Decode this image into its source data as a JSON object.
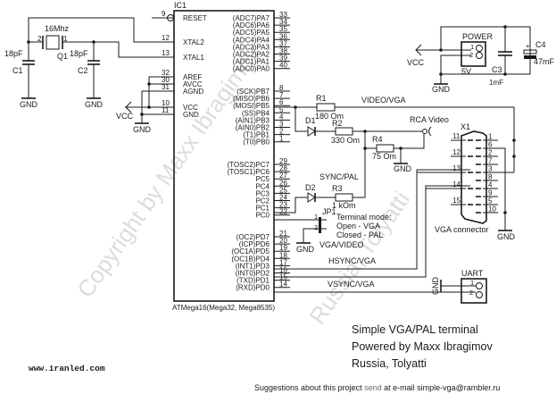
{
  "watermarks": [
    "Copyright by Maxx Ibragimov",
    "Russia, Tolyatti"
  ],
  "ic1": {
    "ref": "IC1",
    "part": "ATMega16(Mega32, Mega8535)",
    "left_pins": [
      {
        "num": "9",
        "name": "RESET"
      },
      {
        "num": "12",
        "name": "XTAL2"
      },
      {
        "num": "13",
        "name": "XTAL1"
      },
      {
        "num": "32",
        "name": "AREF"
      },
      {
        "num": "30",
        "name": "AVCC"
      },
      {
        "num": "31",
        "name": "AGND"
      },
      {
        "num": "10",
        "name": "VCC"
      },
      {
        "num": "11",
        "name": "GND"
      }
    ],
    "right_pins": [
      {
        "num": "33",
        "name": "(ADC7)PA7"
      },
      {
        "num": "34",
        "name": "(ADC6)PA6"
      },
      {
        "num": "35",
        "name": "(ADC5)PA5"
      },
      {
        "num": "36",
        "name": "(ADC4)PA4"
      },
      {
        "num": "37",
        "name": "(ADC3)PA3"
      },
      {
        "num": "38",
        "name": "(ADC2)PA2"
      },
      {
        "num": "39",
        "name": "(ADC1)PA1"
      },
      {
        "num": "40",
        "name": "(ADC0)PA0"
      },
      {
        "num": "8",
        "name": "(SCK)PB7"
      },
      {
        "num": "7",
        "name": "(MISO)PB6"
      },
      {
        "num": "6",
        "name": "(MOSI)PB5"
      },
      {
        "num": "5",
        "name": "(SS)PB4"
      },
      {
        "num": "4",
        "name": "(AIN1)PB3"
      },
      {
        "num": "3",
        "name": "(AIN0)PB2"
      },
      {
        "num": "2",
        "name": "(T1)PB1"
      },
      {
        "num": "1",
        "name": "(T0)PB0"
      },
      {
        "num": "29",
        "name": "(TOSC2)PC7"
      },
      {
        "num": "28",
        "name": "(TOSC1)PC6"
      },
      {
        "num": "27",
        "name": "PC5"
      },
      {
        "num": "26",
        "name": "PC4"
      },
      {
        "num": "25",
        "name": "PC3"
      },
      {
        "num": "24",
        "name": "PC2"
      },
      {
        "num": "23",
        "name": "PC1"
      },
      {
        "num": "22",
        "name": "PC0"
      },
      {
        "num": "21",
        "name": "(OC2)PD7"
      },
      {
        "num": "20",
        "name": "(ICP)PD6"
      },
      {
        "num": "19",
        "name": "(OC1A)PD5"
      },
      {
        "num": "18",
        "name": "(OC1B)PD4"
      },
      {
        "num": "17",
        "name": "(INT1)PD3"
      },
      {
        "num": "16",
        "name": "(INT0)PD2"
      },
      {
        "num": "15",
        "name": "(TXD)PD1"
      },
      {
        "num": "14",
        "name": "(RXD)PD0"
      }
    ]
  },
  "crystal": {
    "ref": "Q1",
    "value": "16Mhz",
    "pin1": "1",
    "pin2": "2"
  },
  "c1": {
    "ref": "C1",
    "value": "18pF"
  },
  "c2": {
    "ref": "C2",
    "value": "18pF"
  },
  "c3": {
    "ref": "C3",
    "value": "1mF"
  },
  "c4": {
    "ref": "C4",
    "value": "47mF",
    "polarity": "+"
  },
  "power": {
    "ref": "POWER",
    "voltage": "5V",
    "pin1": "1",
    "pin2": "2"
  },
  "r1": {
    "ref": "R1",
    "value": "180 Om"
  },
  "r2": {
    "ref": "R2",
    "value": "330 Om"
  },
  "r3": {
    "ref": "R3",
    "value": "1 kOm"
  },
  "r4": {
    "ref": "R4",
    "value": "75 Om"
  },
  "d1": {
    "ref": "D1"
  },
  "d2": {
    "ref": "D2"
  },
  "jp1": {
    "ref": "JP1",
    "pin1": "1",
    "pin2": "2",
    "note": [
      "Terminal mode:",
      "Open - VGA",
      "Closed - PAL"
    ]
  },
  "rca": {
    "label": "RCA Video"
  },
  "x1": {
    "ref": "X1",
    "label": "VGA connector",
    "left_pins": [
      "11",
      "12",
      "13",
      "14",
      "15"
    ],
    "right_pins": [
      "1",
      "6",
      "2",
      "7",
      "3",
      "8",
      "4",
      "9",
      "5",
      "10"
    ]
  },
  "uart": {
    "ref": "UART",
    "pin1": "1",
    "pin2": "2"
  },
  "nets": {
    "vcc": "VCC",
    "gnd": "GND",
    "video_vga": "VIDEO/VGA",
    "sync_pal": "SYNC/PAL",
    "vga_video": "VGA/VIDEO",
    "hsync": "HSYNC/VGA",
    "vsync": "VSYNC/VGA"
  },
  "footer": {
    "title_lines": [
      "Simple VGA/PAL terminal",
      "Powered by Maxx Ibragimov",
      "Russia, Tolyatti"
    ],
    "website": "www.iranled.com",
    "suggestions_prefix": "Suggestions about this project ",
    "suggestions_link": "send",
    "suggestions_suffix": "  at e-mail simple-vga@rambler.ru"
  }
}
